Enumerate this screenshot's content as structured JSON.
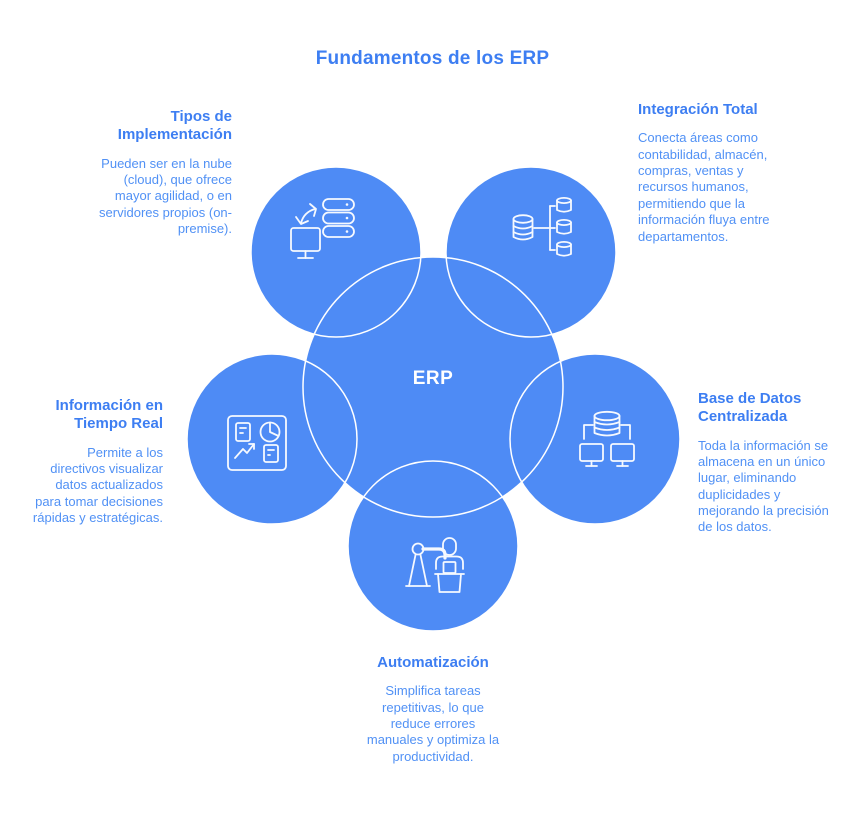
{
  "title": "Fundamentos de los ERP",
  "center": {
    "label": "ERP"
  },
  "colors": {
    "background": "#ffffff",
    "circle_fill": "#4e8bf5",
    "circle_outline": "#ffffff",
    "icon_stroke": "#ffffff",
    "center_label": "#ffffff",
    "title_text": "#3d7ef2",
    "heading_text": "#3d7ef2",
    "body_text": "#5191f5"
  },
  "sections": [
    {
      "id": "tipos-de-implementacion",
      "position": "top-left",
      "icon": "monitor-sync-server-icon",
      "heading": "Tipos de\nImplementación",
      "body": "Pueden ser en la nube\n(cloud), que ofrece\nmayor agilidad, o en\nservidores propios (on-\npremise)."
    },
    {
      "id": "integracion-total",
      "position": "top-right",
      "icon": "database-modules-icon",
      "heading": "Integración Total",
      "body": "Conecta áreas como\ncontabilidad, almacén,\ncompras, ventas y\nrecursos humanos,\npermitiendo que la\ninformación fluya entre\ndepartamentos."
    },
    {
      "id": "base-de-datos-centralizada",
      "position": "right",
      "icon": "central-database-monitors-icon",
      "heading": "Base de Datos\nCentralizada",
      "body": "Toda la información se\nalmacena en un único\nlugar, eliminando\nduplicidades y\nmejorando la precisión\nde los datos."
    },
    {
      "id": "informacion-en-tiempo-real",
      "position": "left",
      "icon": "dashboard-charts-icon",
      "heading": "Información en\nTiempo Real",
      "body": "Permite a los\ndirectivos visualizar\ndatos actualizados\npara tomar decisiones\nrápidas y estratégicas."
    },
    {
      "id": "automatizacion",
      "position": "bottom",
      "icon": "robot-arm-worker-icon",
      "heading": "Automatización",
      "body": "Simplifica tareas\nrepetitivas, lo que\nreduce errores\nmanuales y optimiza la\nproductividad."
    }
  ]
}
